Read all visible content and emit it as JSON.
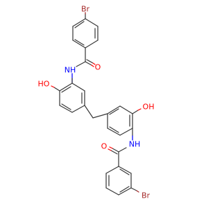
{
  "atoms": [
    {
      "id": "br1",
      "symbol": "Br",
      "color": "#a52a2a"
    },
    {
      "id": "o1",
      "symbol": "O",
      "color": "#ff0000"
    },
    {
      "id": "n1",
      "symbol": "NH",
      "color": "#0000ff"
    },
    {
      "id": "o2",
      "symbol": "HO",
      "color": "#ff0000"
    },
    {
      "id": "o3",
      "symbol": "OH",
      "color": "#ff0000"
    },
    {
      "id": "n2",
      "symbol": "NH",
      "color": "#0000ff"
    },
    {
      "id": "o4",
      "symbol": "O",
      "color": "#ff0000"
    },
    {
      "id": "br2",
      "symbol": "Br",
      "color": "#a52a2a"
    }
  ],
  "colors": {
    "bond": "#3a3a3a",
    "carbon_bond": "#3a3a3a",
    "bromine": "#a52a2a",
    "oxygen": "#ff0000",
    "nitrogen": "#0000ff"
  }
}
